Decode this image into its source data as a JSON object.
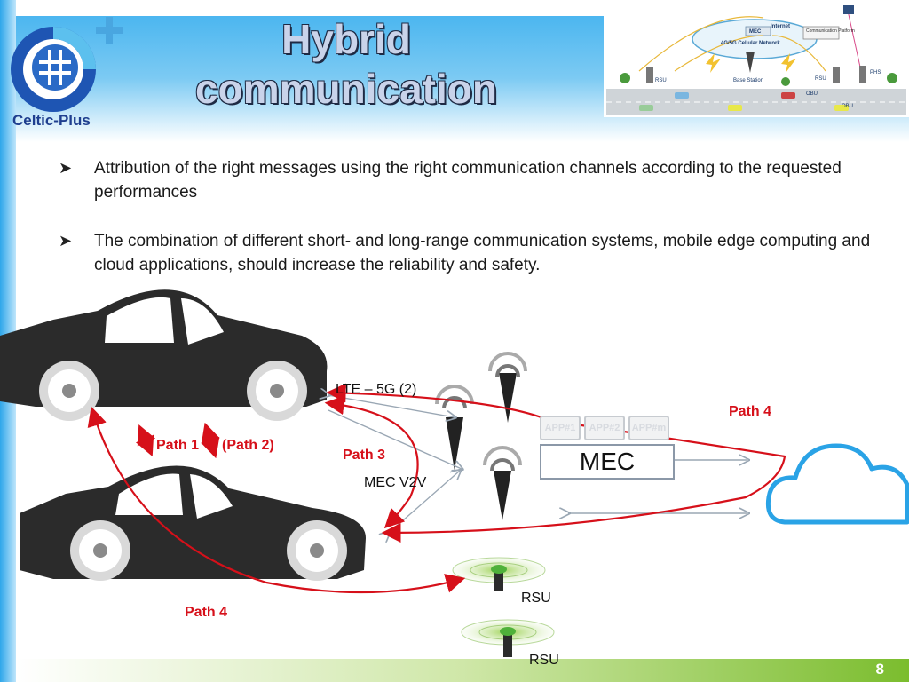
{
  "header": {
    "title_line1": "Hybrid",
    "title_line2": "communication",
    "logo_text": "Celtic-Plus"
  },
  "bullets": [
    {
      "icon": "arrow-bullet-icon",
      "text": "Attribution of the right messages using the right communication channels according to the requested performances"
    },
    {
      "icon": "arrow-bullet-icon",
      "text": "The combination of different short- and long-range communication systems, mobile edge computing and cloud applications, should increase the reliability and safety."
    }
  ],
  "diagram": {
    "lte_label": "LTE – 5G (2)",
    "mec_v2v_label": "MEC V2V",
    "mec_box_label": "MEC",
    "app_tabs": [
      "APP#1",
      "APP#2",
      "APP#m"
    ],
    "rsu_label_1": "RSU",
    "rsu_label_2": "RSU",
    "path1_label": "Path 1",
    "path2_label": "(Path 2)",
    "path3_label": "Path 3",
    "path4_top_label": "Path 4",
    "path4_bottom_label": "Path 4"
  },
  "thumbnail": {
    "labels": [
      "Internet",
      "MEC",
      "4G/5G Cellular Network",
      "Communication Platform",
      "RSU",
      "Base Station",
      "RSU",
      "PHS",
      "OBU",
      "OBU"
    ]
  },
  "footer": {
    "page_number": "8"
  },
  "colors": {
    "path_red": "#d6101a",
    "sky_blue": "#2aa3e6",
    "footer_green": "#8cc63f",
    "car_dark": "#2b2b2b"
  }
}
